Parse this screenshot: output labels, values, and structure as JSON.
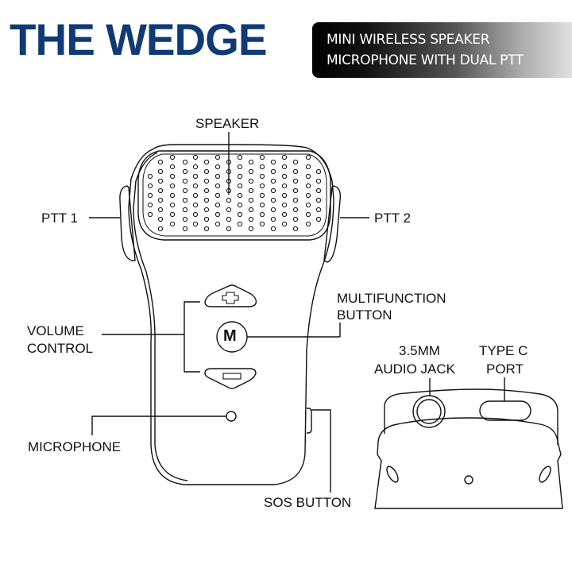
{
  "header": {
    "title": "THE WEDGE",
    "subtitle_line1": "MINI WIRELESS SPEAKER",
    "subtitle_line2": "MICROPHONE WITH DUAL PTT",
    "title_color": "#0f3a75"
  },
  "labels": {
    "speaker": "SPEAKER",
    "ptt1": "PTT 1",
    "ptt2": "PTT 2",
    "volume_line1": "VOLUME",
    "volume_line2": "CONTROL",
    "multifunction_line1": "MULTIFUNCTION",
    "multifunction_line2": "BUTTON",
    "microphone": "MICROPHONE",
    "sos": "SOS BUTTON",
    "jack_line1": "3.5MM",
    "jack_line2": "AUDIO JACK",
    "typec_line1": "TYPE C",
    "typec_line2": "PORT"
  },
  "device": {
    "m_button_glyph": "M",
    "volume_up_icon": "plus-icon",
    "volume_down_icon": "minus-icon"
  }
}
